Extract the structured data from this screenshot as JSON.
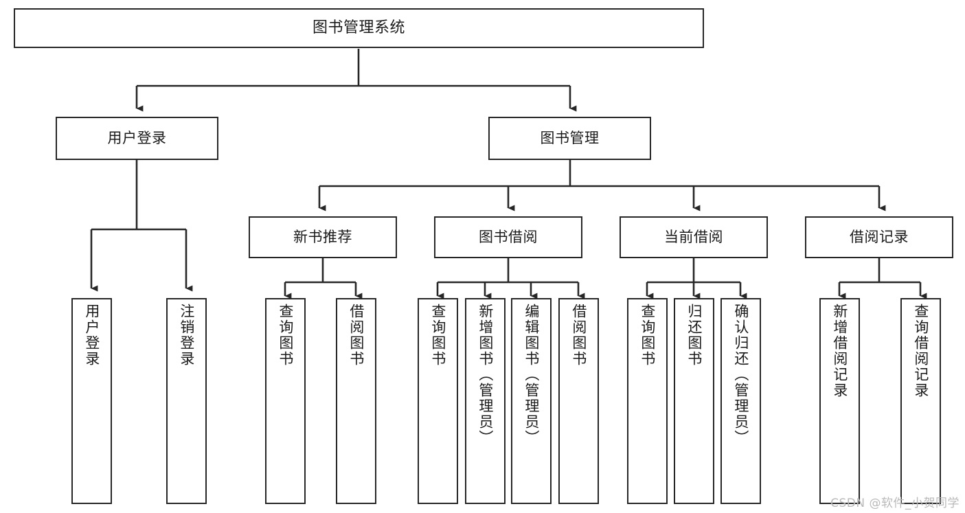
{
  "diagram": {
    "title": "图书管理系统",
    "type": "tree-hierarchy",
    "watermark": "CSDN @软件_小贺同学",
    "colors": {
      "box_border": "#262626",
      "box_fill": "#ffffff",
      "edge": "#262626",
      "text": "#1a1a1a",
      "watermark": "#b9b9b9"
    },
    "nodes": {
      "root": {
        "label": "图书管理系统"
      },
      "level2": [
        {
          "id": "user-login",
          "label": "用户登录"
        },
        {
          "id": "book-manage",
          "label": "图书管理"
        }
      ],
      "level3": [
        {
          "id": "new-book-rec",
          "label": "新书推荐"
        },
        {
          "id": "book-borrow",
          "label": "图书借阅"
        },
        {
          "id": "current-borrow",
          "label": "当前借阅"
        },
        {
          "id": "borrow-record",
          "label": "借阅记录"
        }
      ],
      "leaves": {
        "user-login": [
          {
            "id": "leaf-user-login",
            "label": "用户登录"
          },
          {
            "id": "leaf-logout",
            "label": "注销登录"
          }
        ],
        "new-book-rec": [
          {
            "id": "leaf-query-book-1",
            "label": "查询图书"
          },
          {
            "id": "leaf-borrow-book-1",
            "label": "借阅图书"
          }
        ],
        "book-borrow": [
          {
            "id": "leaf-query-book-2",
            "label": "查询图书"
          },
          {
            "id": "leaf-add-book",
            "label": "新增图书（管理员）"
          },
          {
            "id": "leaf-edit-book",
            "label": "编辑图书（管理员）"
          },
          {
            "id": "leaf-borrow-book-2",
            "label": "借阅图书"
          }
        ],
        "current-borrow": [
          {
            "id": "leaf-query-book-3",
            "label": "查询图书"
          },
          {
            "id": "leaf-return-book",
            "label": "归还图书"
          },
          {
            "id": "leaf-confirm-return",
            "label": "确认归还（管理员）"
          }
        ],
        "borrow-record": [
          {
            "id": "leaf-add-record",
            "label": "新增借阅记录"
          },
          {
            "id": "leaf-query-record",
            "label": "查询借阅记录"
          }
        ]
      }
    }
  }
}
